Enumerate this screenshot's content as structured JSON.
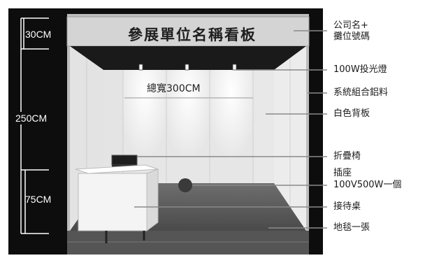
{
  "fascia_text": "參展單位名稱看板",
  "dimensions": {
    "fascia_height": "30CM",
    "wall_height": "250CM",
    "table_height": "75CM",
    "booth_width": "總寬300CM"
  },
  "callouts": {
    "company_name": [
      "公司名+",
      "攤位號碼"
    ],
    "spotlight": "100W投光燈",
    "aluminum_system": "系統組合鋁料",
    "white_panel": "白色背板",
    "folding_chair": "折疊椅",
    "power_socket": [
      "插座",
      "100V500W一個"
    ],
    "reception_desk": "接待桌",
    "carpet": "地毯一張"
  },
  "colors": {
    "frame_bg": "#0d0d0d",
    "panel": "#f2f2f2",
    "fascia": "#cfcfcf",
    "carpet": "#5e5e5e",
    "leader_line": "#8a8a8a"
  }
}
